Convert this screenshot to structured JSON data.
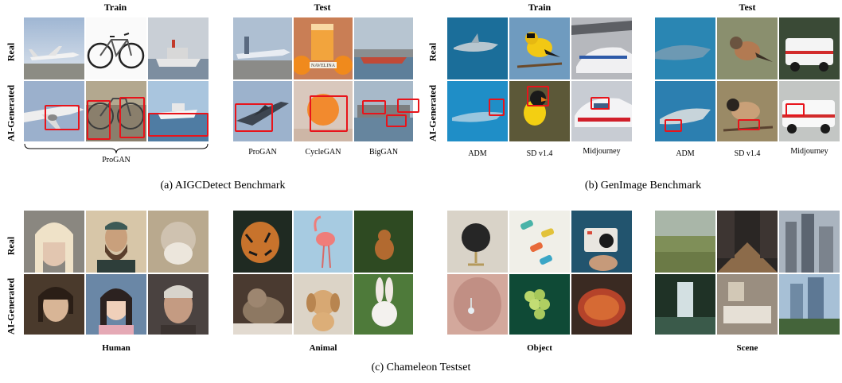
{
  "panel_a": {
    "train_header": "Train",
    "test_header": "Test",
    "row_real": "Real",
    "row_ai": "AI-Generated",
    "train_generator": "ProGAN",
    "test_generators": [
      "ProGAN",
      "CycleGAN",
      "BigGAN"
    ],
    "caption": "(a) AIGCDetect Benchmark",
    "logo_text": "NAVELINA"
  },
  "panel_b": {
    "train_header": "Train",
    "test_header": "Test",
    "row_real": "Real",
    "row_ai": "AI-Generated",
    "train_generators": [
      "ADM",
      "SD v1.4",
      "Midjourney"
    ],
    "test_generators": [
      "ADM",
      "SD v1.4",
      "Midjourney"
    ],
    "caption": "(b) GenImage Benchmark"
  },
  "panel_c": {
    "row_real": "Real",
    "row_ai": "AI-Generated",
    "categories": [
      "Human",
      "Animal",
      "Object",
      "Scene"
    ],
    "caption": "(c) Chameleon Testset"
  },
  "colors": {
    "highlight_box": "#e8141b"
  }
}
